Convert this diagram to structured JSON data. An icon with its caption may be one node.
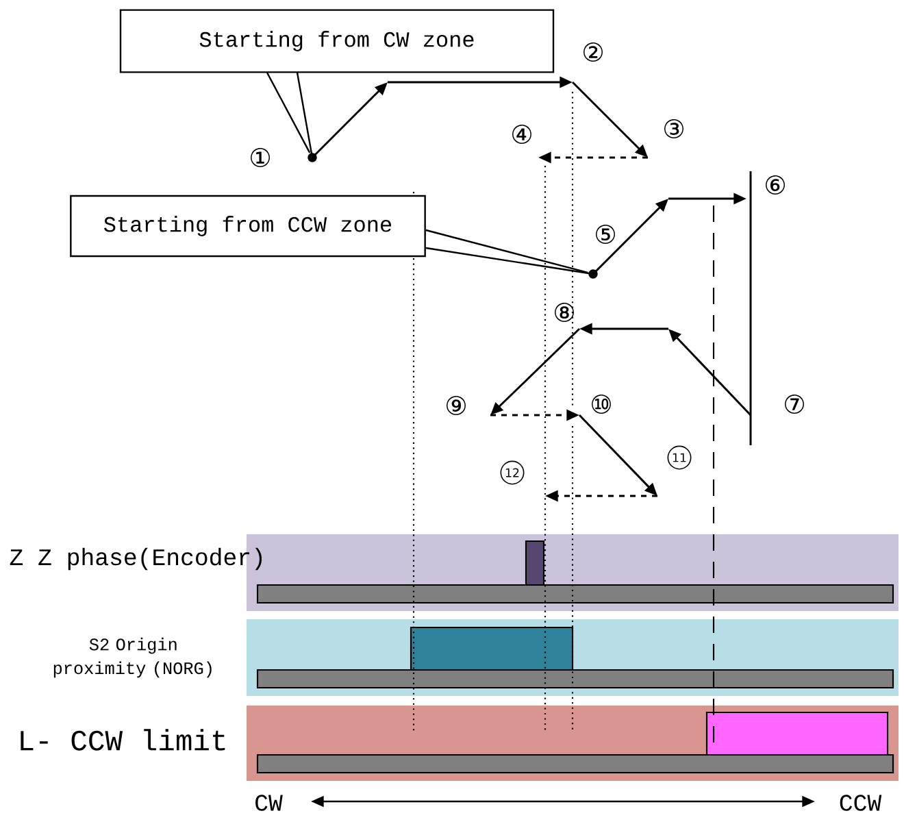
{
  "diagram": {
    "nodes": [
      {
        "text": [
          "Starting from CW zone"
        ]
      },
      {
        "text": [
          "Starting from CCW zone"
        ]
      },
      {
        "text": [],
        "shape": "circle"
      },
      {
        "text": [],
        "shape": "circle"
      }
    ],
    "edges": [
      {
        "from": 0,
        "to": 2,
        "arrow": "none"
      },
      {
        "from": 1,
        "to": 3,
        "arrow": "none"
      }
    ],
    "labels": [
      "①",
      "②",
      "③",
      "④",
      "⑤",
      "⑥",
      "⑦",
      "⑧",
      "⑨",
      "⑩",
      "11",
      "12",
      "Z Z phase(Encoder)",
      "S2 Origin proximity (NORG)",
      "L- CCW limit",
      "CW",
      "CCW"
    ]
  }
}
